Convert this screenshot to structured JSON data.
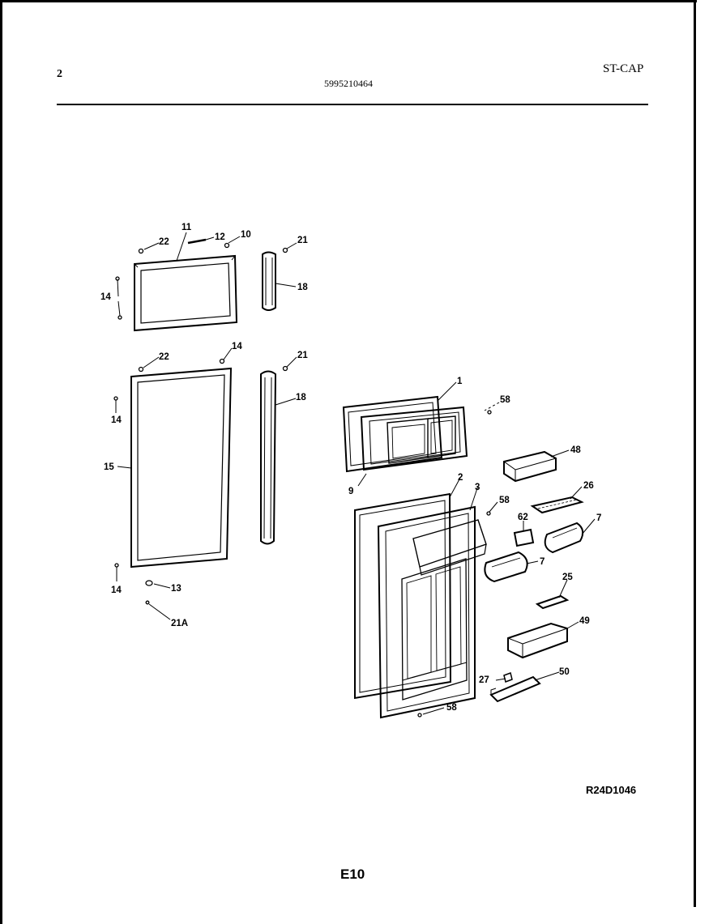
{
  "header": {
    "page_number": "2",
    "document_number": "5995210464",
    "model_code": "ST-CAP"
  },
  "footer": {
    "reference_code": "R24D1046",
    "page_label": "E10"
  },
  "callouts": {
    "c1": "1",
    "c2": "2",
    "c3": "3",
    "c7a": "7",
    "c7b": "7",
    "c9": "9",
    "c10": "10",
    "c11": "11",
    "c12": "12",
    "c13": "13",
    "c14a": "14",
    "c14b": "14",
    "c14c": "14",
    "c14d": "14",
    "c15": "15",
    "c18a": "18",
    "c18b": "18",
    "c21a": "21",
    "c21b": "21",
    "c21A": "21A",
    "c22a": "22",
    "c22b": "22",
    "c25": "25",
    "c26": "26",
    "c27": "27",
    "c48": "48",
    "c49": "49",
    "c50": "50",
    "c58a": "58",
    "c58b": "58",
    "c58c": "58",
    "c62": "62"
  }
}
